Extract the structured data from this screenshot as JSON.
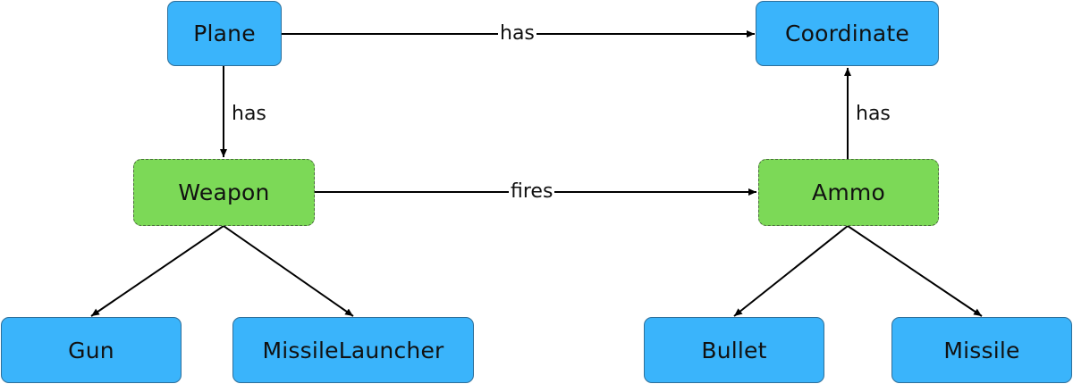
{
  "colors": {
    "primary_node": "#3ab4fb",
    "secondary_node": "#7cd957",
    "edge": "#000000"
  },
  "nodes": {
    "plane": "Plane",
    "coordinate": "Coordinate",
    "weapon": "Weapon",
    "ammo": "Ammo",
    "gun": "Gun",
    "missile_launcher": "MissileLauncher",
    "bullet": "Bullet",
    "missile": "Missile"
  },
  "edges": {
    "plane_coordinate": "has",
    "plane_weapon": "has",
    "weapon_ammo": "fires",
    "ammo_coordinate": "has"
  }
}
